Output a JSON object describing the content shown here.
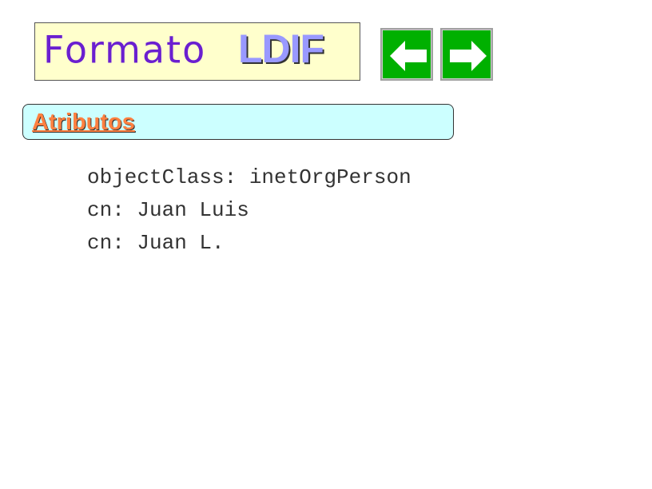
{
  "title": {
    "part1": "Formato",
    "part2": "LDIF"
  },
  "nav": {
    "prev_icon": "arrow-left-icon",
    "next_icon": "arrow-right-icon",
    "color": "#00b000"
  },
  "section": {
    "title": "Atributos"
  },
  "code_lines": [
    "objectClass: inetOrgPerson",
    "cn: Juan Luis",
    "cn: Juan L."
  ],
  "colors": {
    "title_bg": "#ffffcc",
    "title_text": "#6a1fd0",
    "title_accent": "#9999ff",
    "section_bg": "#ccffff",
    "section_text": "#ff8040"
  }
}
